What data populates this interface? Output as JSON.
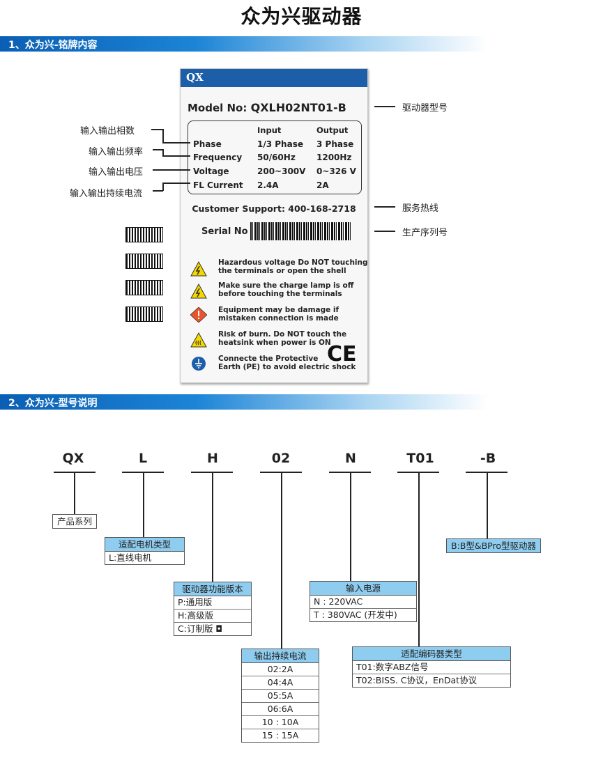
{
  "title": "众为兴驱动器",
  "section1": "1、众为兴-铭牌内容",
  "section2": "2、众为兴-型号说明",
  "nameplate": {
    "brand": "QX",
    "model_label": "Model No:",
    "model_value": "QXLH02NT01-B",
    "headers": {
      "input": "Input",
      "output": "Output"
    },
    "rows": [
      {
        "label": "Phase",
        "input": "1/3 Phase",
        "output": "3 Phase"
      },
      {
        "label": "Frequency",
        "input": "50/60Hz",
        "output": "1200Hz"
      },
      {
        "label": "Voltage",
        "input": "200~300V",
        "output": "0~326 V"
      },
      {
        "label": "FL Current",
        "input": "2.4A",
        "output": "2A"
      }
    ],
    "support": "Customer Support: 400-168-2718",
    "serial_label": "Serial No",
    "warnings": [
      {
        "icon": "high-voltage-warning-icon",
        "line1": "Hazardous  voltage  Do  NOT  touching",
        "line2": "the  terminals  or  open  the  shell"
      },
      {
        "icon": "charge-lamp-warning-icon",
        "line1": "Make  sure  the  charge  lamp  is  off",
        "line2": "before  touching  the  terminals"
      },
      {
        "icon": "damage-warning-icon",
        "line1": "Equipment  may  be  damage  if",
        "line2": "mistaken  connection  is  made"
      },
      {
        "icon": "hot-surface-warning-icon",
        "line1": "Risk  of  burn. Do  NOT  touch  the",
        "line2": "heatsink  when  power  is  ON"
      },
      {
        "icon": "protective-earth-icon",
        "line1": "Connecte  the  Protective",
        "line2": "Earth (PE) to  avoid  electric  shock"
      }
    ],
    "ce": "CE"
  },
  "callouts_left": [
    "输入输出相数",
    "输入输出频率",
    "输入输出电压",
    "输入输出持续电流"
  ],
  "callouts_right": [
    "驱动器型号",
    "服务热线",
    "生产序列号"
  ],
  "model_codes": [
    "QX",
    "L",
    "H",
    "02",
    "N",
    "T01",
    "-B"
  ],
  "breakdown": {
    "series": "产品系列",
    "motor": {
      "title": "适配电机类型",
      "rows": [
        "L:直线电机"
      ]
    },
    "version": {
      "title": "驱动器功能版本",
      "rows": [
        "P:通用版",
        "H:高级版",
        "C:订制版 ◘"
      ]
    },
    "current": {
      "title": "输出持续电流",
      "rows": [
        "02:2A",
        "04:4A",
        "05:5A",
        "06:6A",
        "10 : 10A",
        "15 : 15A"
      ]
    },
    "power": {
      "title": "输入电源",
      "rows": [
        "N : 220VAC",
        "T : 380VAC (开发中)"
      ]
    },
    "encoder": {
      "title": "适配编码器类型",
      "rows": [
        "T01:数字ABZ信号",
        "T02:BISS. C协议，EnDat协议"
      ]
    },
    "driver_type": "B:B型&BPro型驱动器"
  },
  "colors": {
    "section_bar": "#0a5fb4",
    "plate_header": "#1d5ea8",
    "label_header": "#8fcdf0"
  }
}
